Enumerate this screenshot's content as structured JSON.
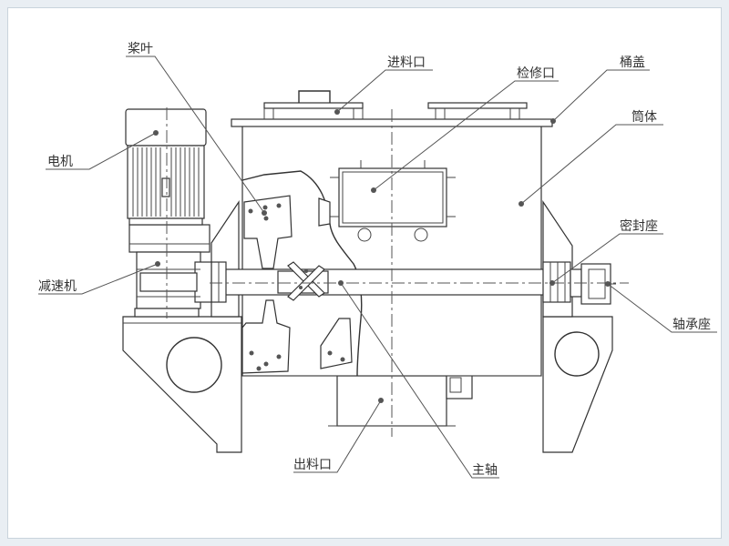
{
  "labels": {
    "paddle": "桨叶",
    "inlet": "进料口",
    "inspection_port": "检修口",
    "cover": "桶盖",
    "barrel": "筒体",
    "motor": "电机",
    "seal_seat": "密封座",
    "reducer": "减速机",
    "bearing_seat": "轴承座",
    "outlet": "出料口",
    "main_shaft": "主轴"
  },
  "colors": {
    "line": "#333333",
    "background": "#ffffff",
    "page": "#e9eef3"
  }
}
